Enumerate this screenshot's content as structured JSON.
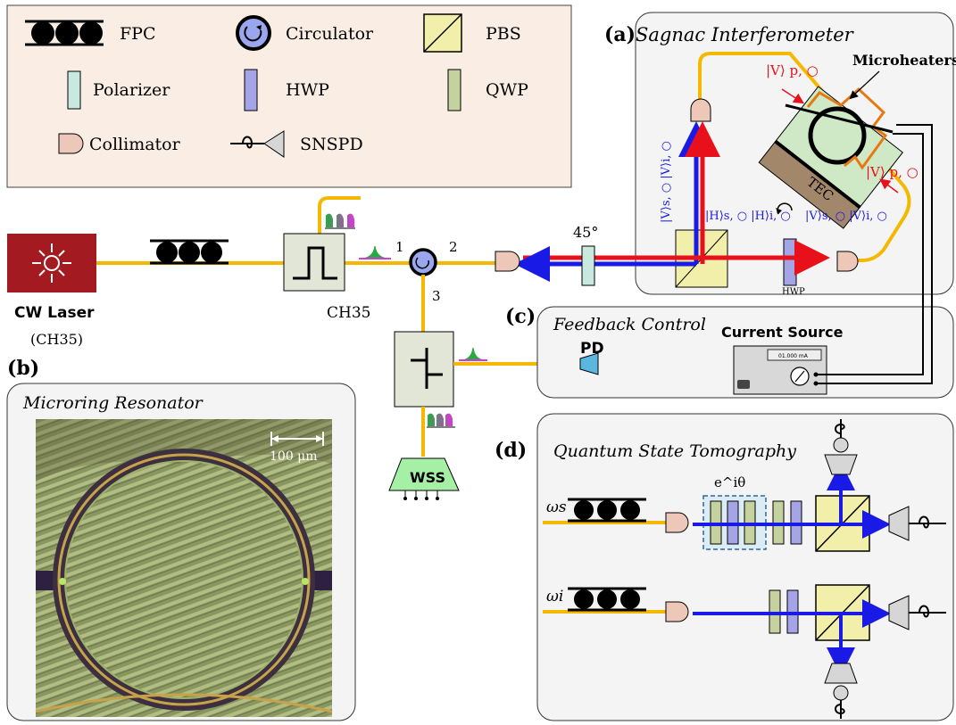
{
  "legend": {
    "fpc": "FPC",
    "circulator": "Circulator",
    "pbs": "PBS",
    "polarizer": "Polarizer",
    "hwp": "HWP",
    "qwp": "QWP",
    "collimator": "Collimator",
    "snspd": "SNSPD"
  },
  "panel_a": {
    "tag": "(a)",
    "title": "Sagnac Interferometer",
    "microheaters": "Microheaters",
    "tec": "TEC",
    "hwp_small": "HWP",
    "angle": "45°",
    "vp_top": "|V⟩ p, ○",
    "vp_right": "|V⟩ p, ○",
    "vert_state": "|V⟩s, ○ |V⟩i, ○",
    "h_state": "|H⟩s, ○ |H⟩i, ○",
    "v_state": "|V⟩s, ○ |V⟩i, ○"
  },
  "source": {
    "laser": "CW Laser",
    "laser_sub": "(CH35)",
    "filter_label": "CH35",
    "port1": "1",
    "port2": "2",
    "port3": "3",
    "wss": "WSS"
  },
  "panel_b": {
    "tag": "(b)",
    "title": "Microring Resonator",
    "scale": "100 μm"
  },
  "panel_c": {
    "tag": "(c)",
    "title": "Feedback Control",
    "pd": "PD",
    "current_source": "Current Source",
    "display": "01.000 mA"
  },
  "panel_d": {
    "tag": "(d)",
    "title": "Quantum State Tomography",
    "phase": "e^iθ",
    "omega_s": "ωs",
    "omega_i": "ωi"
  },
  "colors": {
    "fiber": "#f5b800",
    "red_beam": "#e8101a",
    "blue_beam": "#1a1ae6",
    "legend_bg": "#faeee4",
    "laser_red": "#a31b21"
  }
}
